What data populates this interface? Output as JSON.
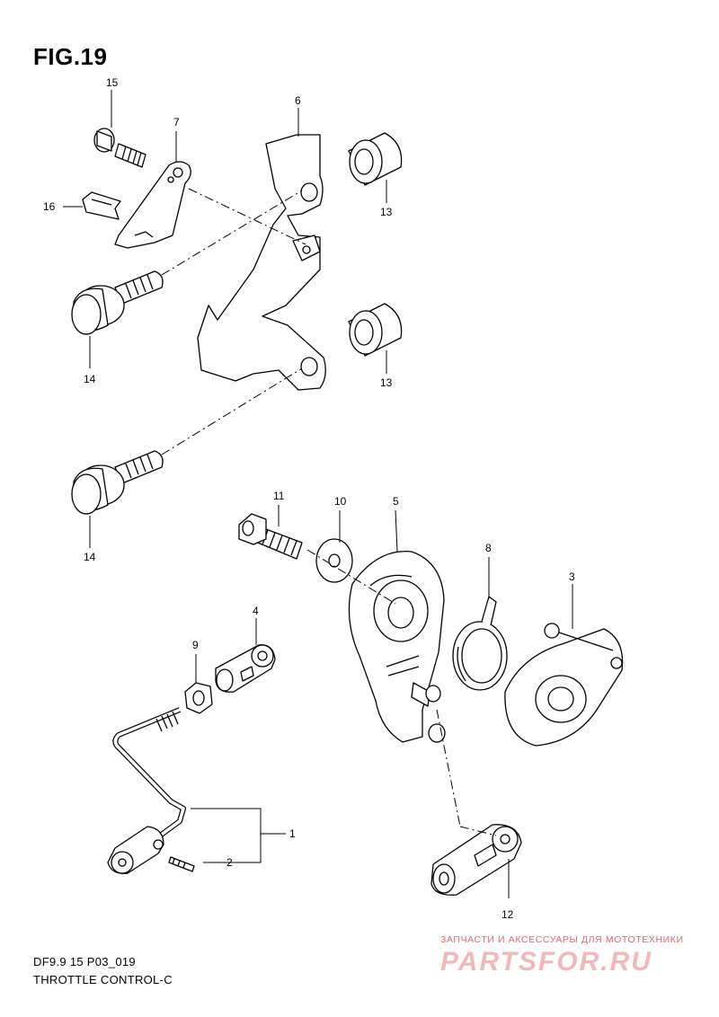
{
  "figure": {
    "title": "FIG.19"
  },
  "footer": {
    "model": "DF9.9 15 P03_019",
    "section": "THROTTLE CONTROL-C"
  },
  "watermark": {
    "tagline": "ЗАПЧАСТИ И АКСЕССУАРЫ ДЛЯ МОТОТЕХНИКИ",
    "brand": "PARTSFOR.RU"
  },
  "callouts": {
    "c15": "15",
    "c7": "7",
    "c6": "6",
    "c16": "16",
    "c13a": "13",
    "c14a": "14",
    "c13b": "13",
    "c14b": "14",
    "c11": "11",
    "c10": "10",
    "c5": "5",
    "c8": "8",
    "c3": "3",
    "c4": "4",
    "c9": "9",
    "c1": "1",
    "c2": "2",
    "c12": "12"
  }
}
